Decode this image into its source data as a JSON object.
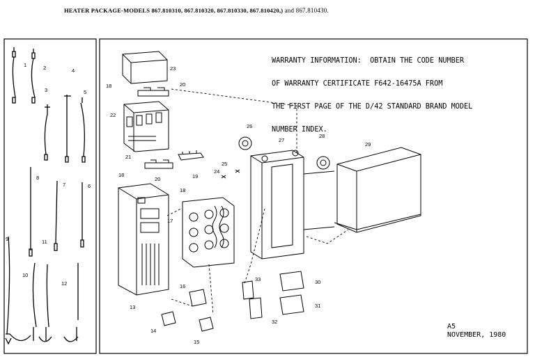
{
  "header": {
    "title": "HEATER PACKAGE-MODELS 867.810310, 867.810320, 867.810330, 867.810420,)",
    "and": "and 867.810430."
  },
  "warranty": {
    "lines": [
      "WARRANTY INFORMATION:  OBTAIN THE CODE NUMBER",
      "OF WARRANTY CERTIFICATE F642-16475A FROM",
      "THE FIRST PAGE OF THE D/42 STANDARD BRAND MODEL",
      "NUMBER INDEX."
    ]
  },
  "footer": {
    "code": "A5",
    "date": "NOVEMBER, 1980"
  },
  "callouts": [
    "1",
    "2",
    "3",
    "4",
    "5",
    "6",
    "7",
    "8",
    "9",
    "10",
    "11",
    "12",
    "13",
    "14",
    "15",
    "16",
    "17",
    "18",
    "18",
    "18",
    "19",
    "20",
    "20",
    "21",
    "22",
    "23",
    "24",
    "25",
    "26",
    "27",
    "28",
    "29",
    "30",
    "31",
    "32",
    "33"
  ]
}
